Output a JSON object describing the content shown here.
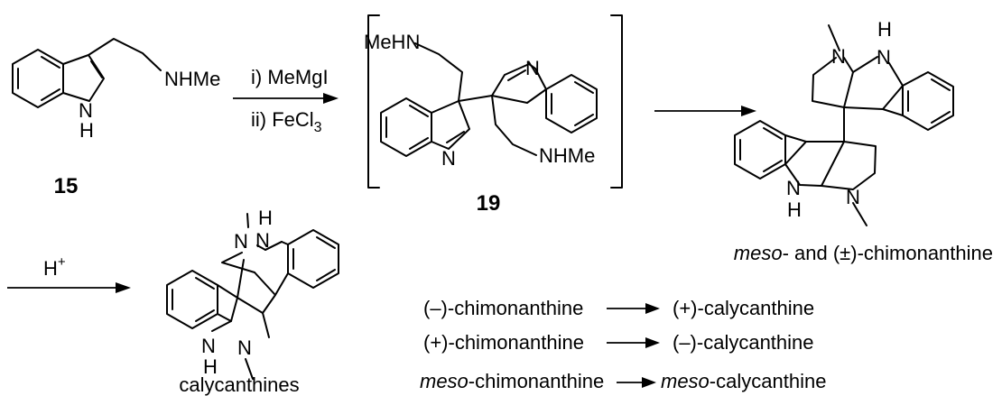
{
  "tryptamine": {
    "nhme": "NHMe",
    "nh_n": "N",
    "nh_h": "H",
    "label": "15"
  },
  "reagents": {
    "step1": "i) MeMgI",
    "step2_prefix": "ii) FeCl",
    "step2_sub": "3"
  },
  "intermediate": {
    "mehn": "MeHN",
    "n_top": "N",
    "n_bottom": "N",
    "nhme": "NHMe",
    "label": "19"
  },
  "chimonanthine": {
    "n_me_top": "N",
    "nh_top_h": "H",
    "nh_top_n": "N",
    "nh_bottom_n": "N",
    "nh_bottom_h": "H",
    "n_me_bottom": "N",
    "label_prefix": "meso",
    "label_rest": "- and (±)-chimonanthine"
  },
  "acid": {
    "label": "H",
    "sup": "+"
  },
  "calycanthines": {
    "n_me_top": "N",
    "nh_top_h": "H",
    "nh_top_n": "N",
    "nh_bottom_n": "N",
    "nh_bottom_h": "H",
    "n_me_bottom": "N",
    "label": "calycanthines"
  },
  "conversions": [
    {
      "from_prefix": "",
      "from": "(–)-chimonanthine",
      "to_prefix": "",
      "to": "(+)-calycanthine"
    },
    {
      "from_prefix": "",
      "from": "(+)-chimonanthine",
      "to_prefix": "",
      "to": "(–)-calycanthine"
    },
    {
      "from_prefix": "meso",
      "from": "-chimonanthine",
      "to_prefix": "meso",
      "to": "-calycanthine"
    }
  ]
}
